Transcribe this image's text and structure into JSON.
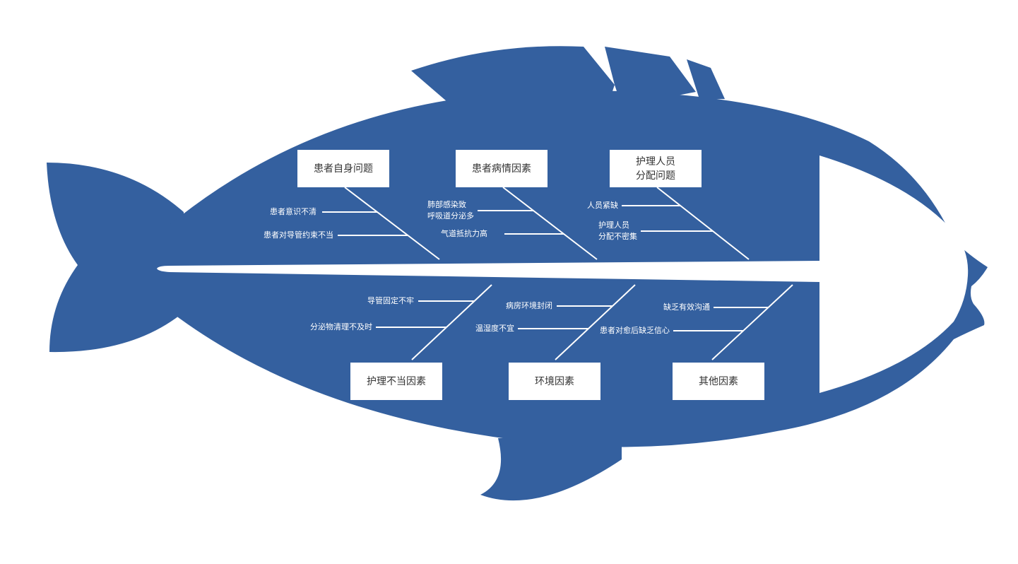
{
  "colors": {
    "fish_body": "#34609f",
    "background": "#ffffff",
    "bone": "#ffffff",
    "box_text": "#333333",
    "cause_text": "#ffffff"
  },
  "categories": {
    "top": [
      {
        "label": "患者自身问题",
        "causes": [
          "患者意识不清",
          "患者对导管约束不当"
        ]
      },
      {
        "label": "患者病情因素",
        "causes": [
          "肺部感染致\n呼吸道分泌多",
          "气道抵抗力高"
        ]
      },
      {
        "label": "护理人员\n分配问题",
        "causes": [
          "人员紧缺",
          "护理人员\n分配不密集"
        ]
      }
    ],
    "bottom": [
      {
        "label": "护理不当因素",
        "causes": [
          "导管固定不牢",
          "分泌物清理不及时"
        ]
      },
      {
        "label": "环境因素",
        "causes": [
          "病房环境封闭",
          "温湿度不宜"
        ]
      },
      {
        "label": "其他因素",
        "causes": [
          "缺乏有效沟通",
          "患者对愈后缺乏信心"
        ]
      }
    ]
  }
}
